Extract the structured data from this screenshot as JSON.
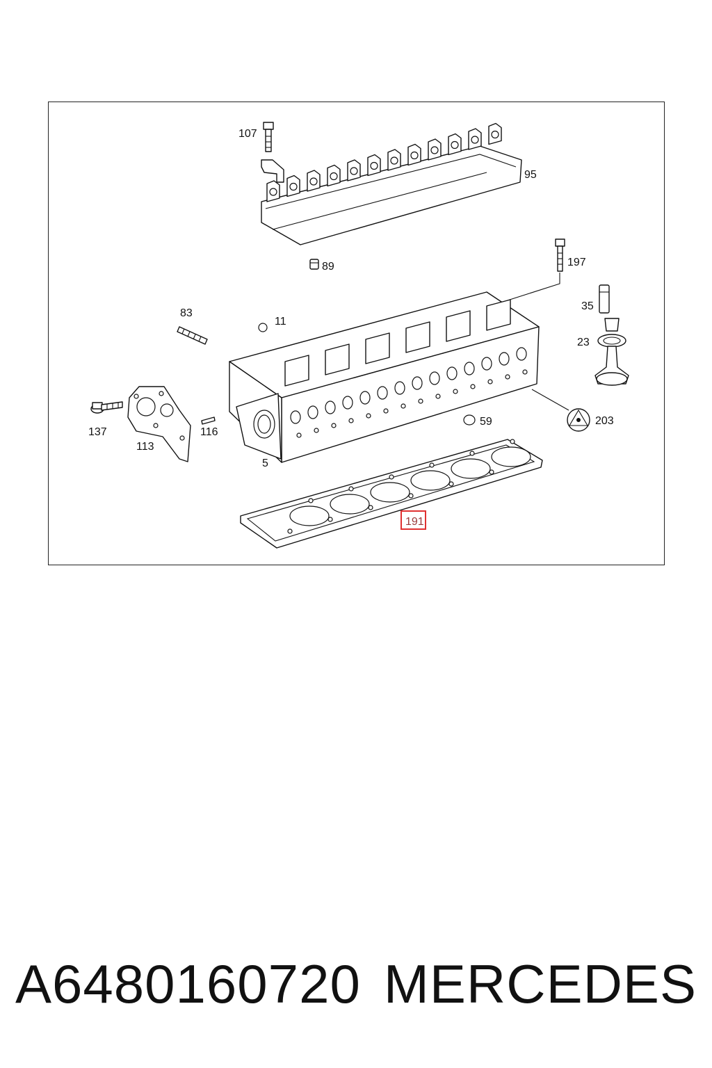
{
  "diagram": {
    "callouts": {
      "c107": "107",
      "c95": "95",
      "c89": "89",
      "c197": "197",
      "c83": "83",
      "c11": "11",
      "c35": "35",
      "c23": "23",
      "c137": "137",
      "c113": "113",
      "c116": "116",
      "c59": "59",
      "c203": "203",
      "c5": "5",
      "c191": "191"
    },
    "highlighted_callout": "191",
    "highlight_color": "#e03030"
  },
  "footer": {
    "part_number": "A6480160720",
    "brand": "MERCEDES"
  }
}
